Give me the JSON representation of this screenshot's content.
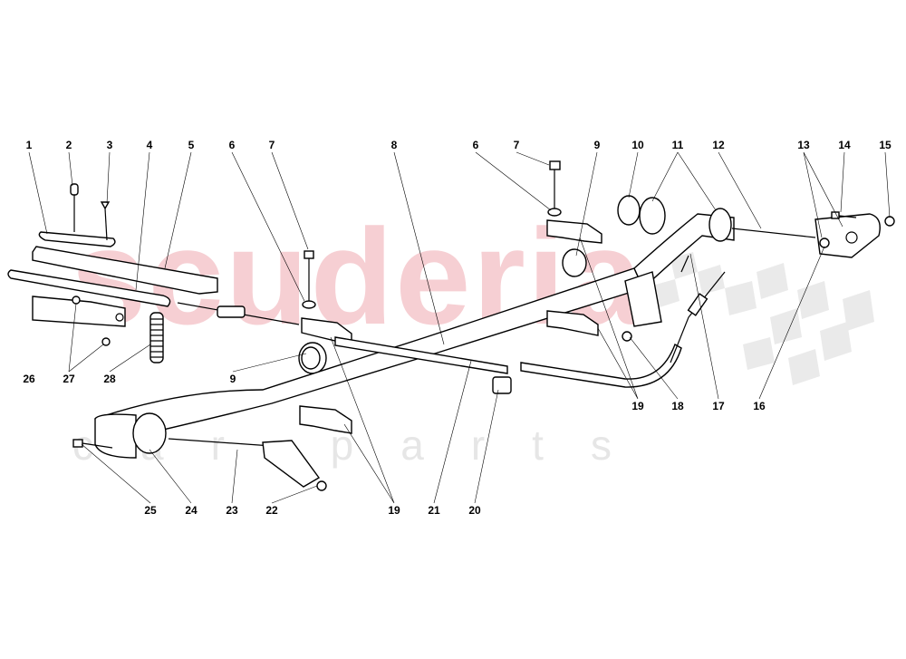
{
  "watermark": {
    "brand": "scuderia",
    "sub": "car parts"
  },
  "callouts": [
    "1",
    "2",
    "3",
    "4",
    "5",
    "6",
    "7",
    "8",
    "6",
    "7",
    "9",
    "10",
    "11",
    "12",
    "13",
    "14",
    "15",
    "26",
    "27",
    "28",
    "9",
    "19",
    "18",
    "17",
    "16",
    "25",
    "24",
    "23",
    "22",
    "19",
    "21",
    "20"
  ],
  "colors": {
    "watermark_brand": "#f6cfd3",
    "watermark_sub": "#e6e6e6",
    "lines": "#000000"
  }
}
